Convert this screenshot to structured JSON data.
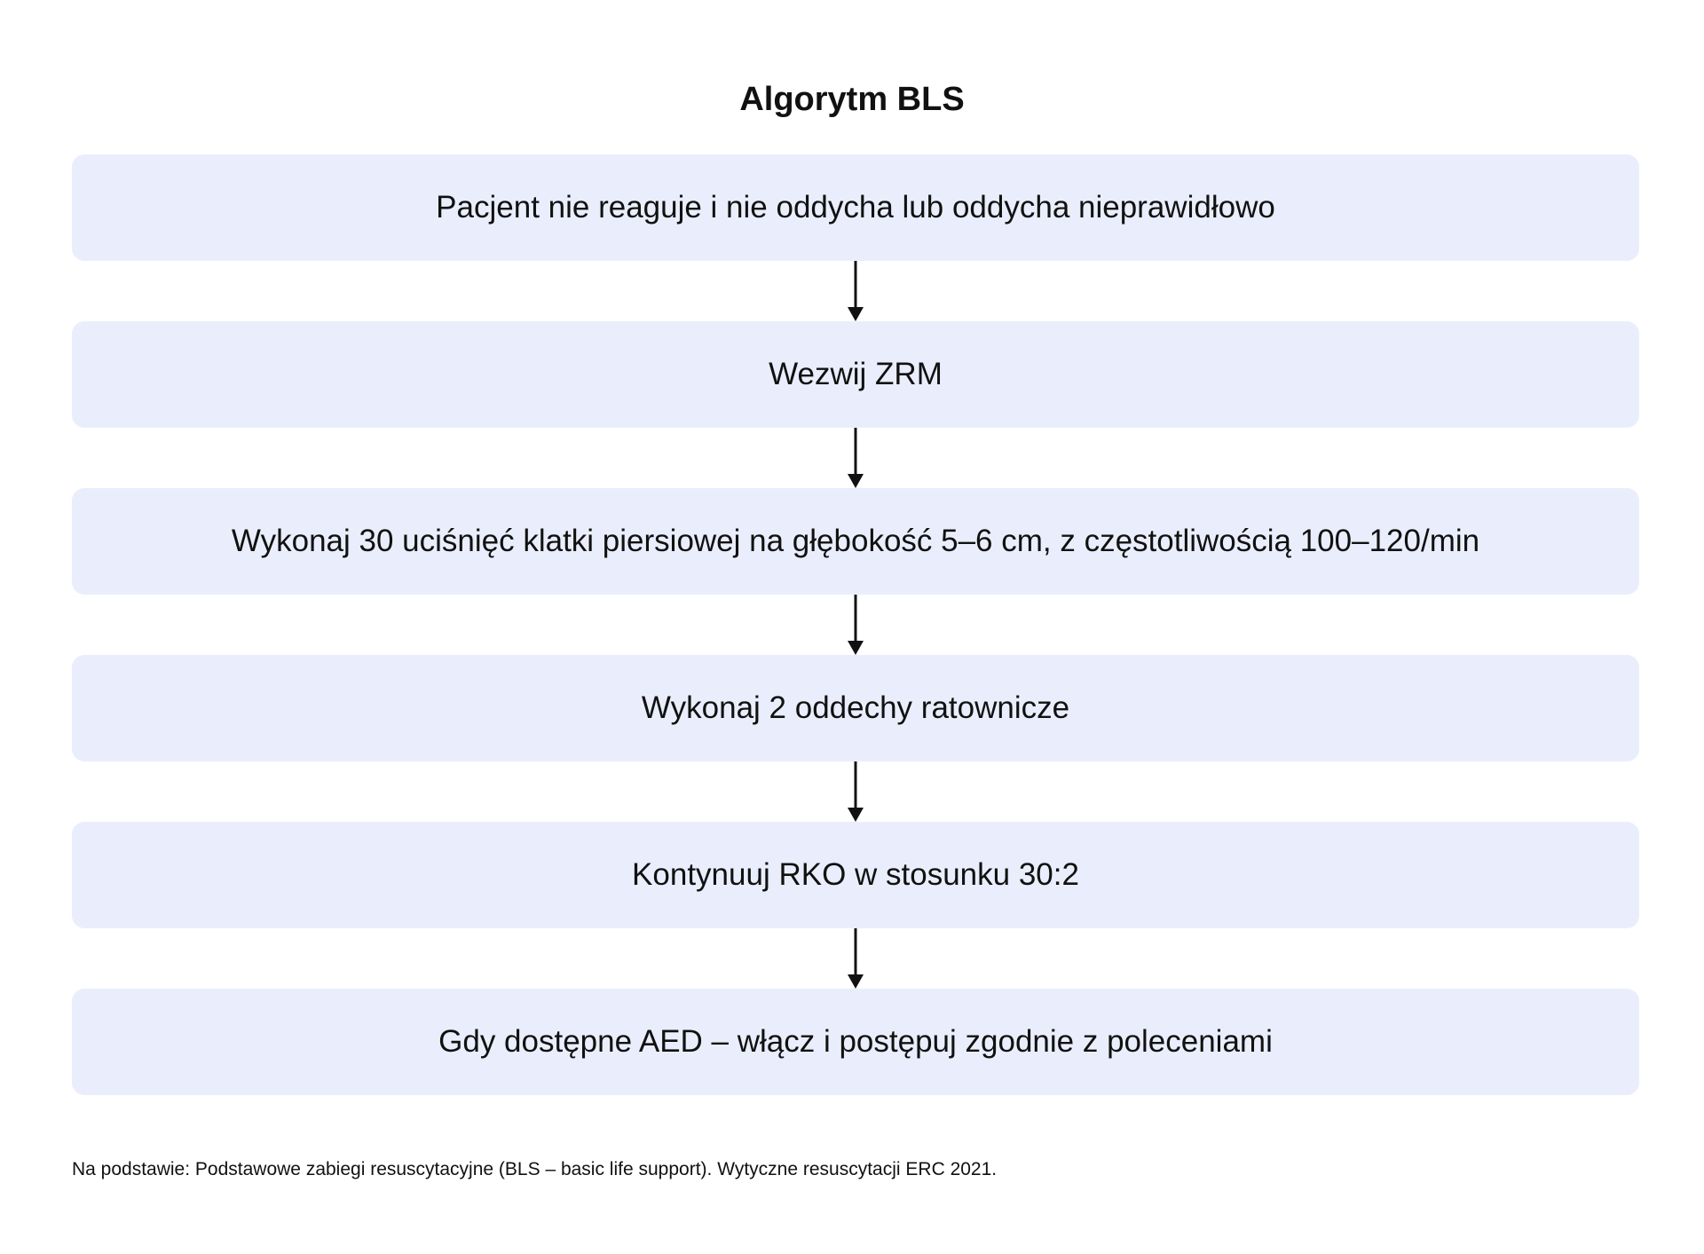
{
  "diagram": {
    "title": "Algorytm BLS",
    "steps": [
      {
        "label": "Pacjent nie reaguje i nie oddycha lub oddycha nieprawidłowo"
      },
      {
        "label": "Wezwij ZRM"
      },
      {
        "label": "Wykonaj 30 uciśnięć klatki piersiowej na głębokość 5–6 cm, z częstotliwością 100–120/min"
      },
      {
        "label": "Wykonaj 2 oddechy ratownicze"
      },
      {
        "label": "Kontynuuj RKO w stosunku 30:2"
      },
      {
        "label": "Gdy dostępne AED – włącz i postępuj zgodnie z poleceniami"
      }
    ],
    "footnote": "Na podstawie: Podstawowe zabiegi resuscytacyjne (BLS – basic life support). Wytyczne resuscytacji ERC 2021.",
    "colors": {
      "box_fill": "#eaeefc",
      "arrow": "#111111",
      "text": "#111111"
    }
  }
}
